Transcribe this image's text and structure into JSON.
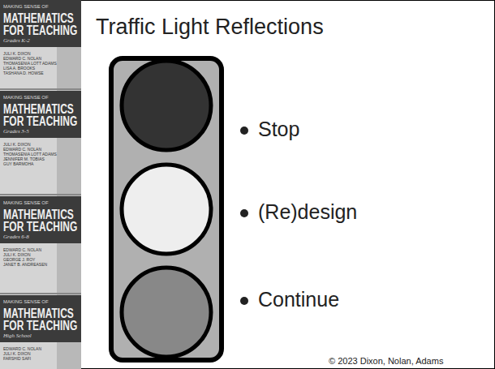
{
  "diagram": {
    "title": "Traffic Light Reflections",
    "labels": [
      "MAKING SENSE OF",
      "MATHEMATICS",
      "FOR TEACHING",
      "Grades K-2",
      "JULI K. DIXON",
      "EDWARD C. NOLAN",
      "THOMASENIA LOTT ADAMS",
      "LISA A. BROOKS",
      "TASHANA D. HOWSE",
      "MAKING SENSE OF",
      "MATHEMATICS",
      "FOR TEACHING",
      "Grades 3-5",
      "JULI K. DIXON",
      "EDWARD C. NOLAN",
      "THOMASENIA LOTT ADAMS",
      "JENNIFER M. TOBIAS",
      "GUY BARMOHA",
      "MAKING SENSE OF",
      "MATHEMATICS",
      "FOR TEACHING",
      "Grades 6-8",
      "EDWARD C. NOLAN",
      "JULI K. DIXON",
      "GEORGE J. ROY",
      "JANET B. ANDREASEN",
      "MAKING SENSE OF",
      "MATHEMATICS",
      "FOR TEACHING",
      "High School",
      "EDWARD C. NOLAN",
      "JULI K. DIXON",
      "FARSHID SAFI",
      "Stop",
      "(Re)design",
      "Continue",
      "© 2023 Dixon, Nolan, Adams"
    ]
  }
}
